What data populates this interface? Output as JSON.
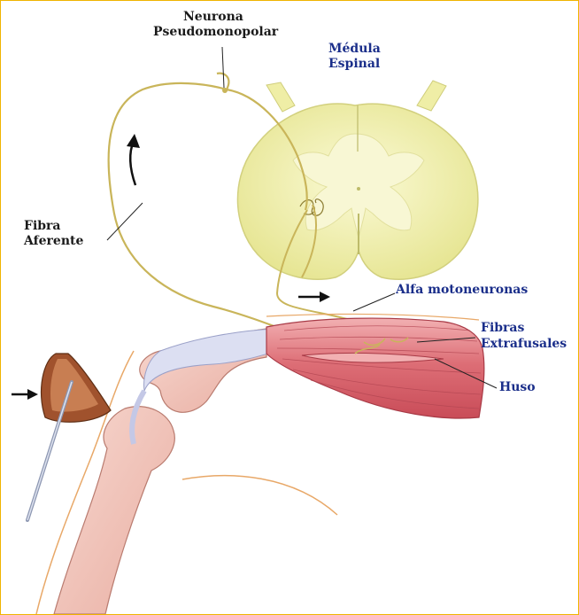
{
  "labels": {
    "neurona_line1": "Neurona",
    "neurona_line2": "Pseudomonopolar",
    "medula_line1": "Médula",
    "medula_line2": "Espinal",
    "fibra_line1": "Fibra",
    "fibra_line2": "Aferente",
    "alfa": "Alfa motoneuronas",
    "fibras_line1": "Fibras",
    "fibras_line2": "Extrafusales",
    "huso": "Huso"
  },
  "colors": {
    "frame_border": "#f0b400",
    "spinal_cord": "#efeea6",
    "grey_matter": "#f8f7d4",
    "nerve_fiber": "#c9b55a",
    "muscle": "#d9666e",
    "muscle_light": "#eea4a6",
    "tendon": "#dcdff2",
    "bone": "#f2c6bc",
    "skin_line": "#e8a868",
    "hammer_head": "#a0522d",
    "hammer_handle": "#8d97b2",
    "label_blue": "#1a2e8a",
    "label_black": "#1a1a1a"
  },
  "arrows": [
    "upward-arrow-afferent",
    "rightward-arrow-efferent",
    "hammer-tap-arrow"
  ]
}
